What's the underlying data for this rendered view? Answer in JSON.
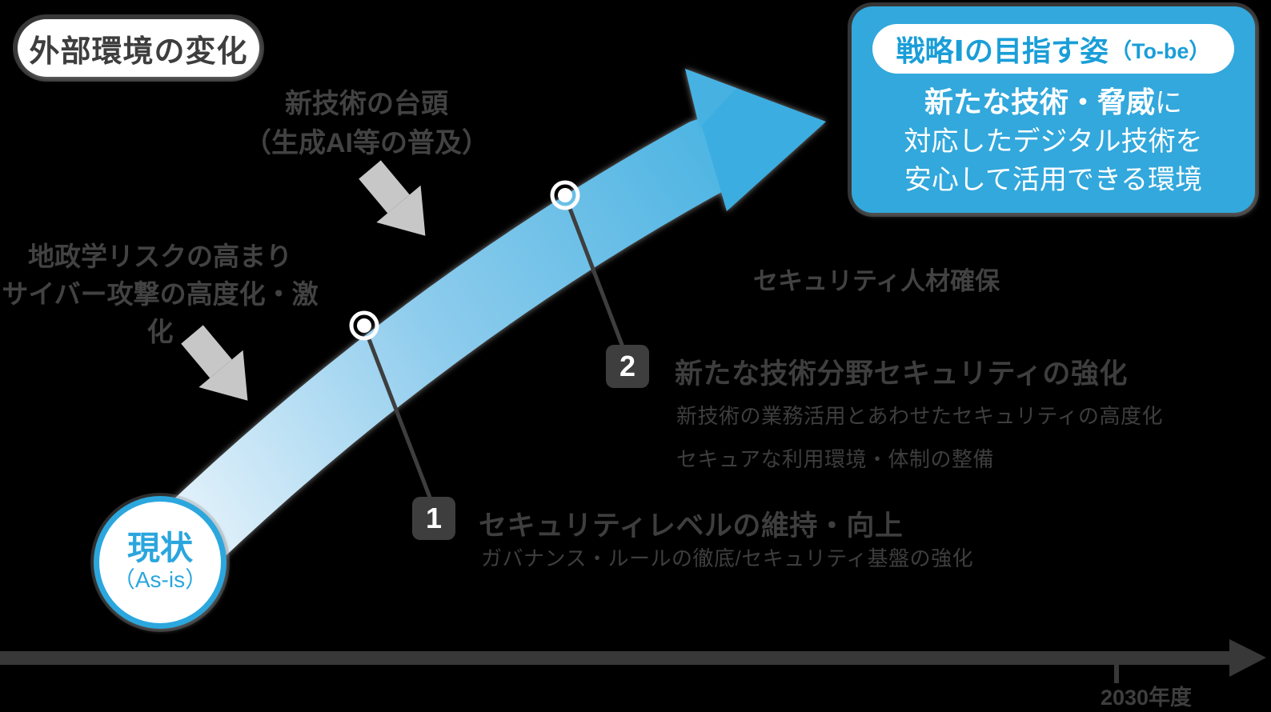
{
  "background_color": "#000000",
  "colors": {
    "accent_blue": "#2FA8DC",
    "blue_text": "#1A9ED8",
    "dark_gray": "#3E3E3E",
    "light_gray_arrow": "#C7C7C7",
    "curve_gradient_start": "#ECF5FB",
    "curve_gradient_end": "#3EAFE0"
  },
  "external_env": {
    "label": "外部環境の変化",
    "factors": [
      {
        "lines": [
          "新技術の台頭",
          "（生成AI等の普及）"
        ]
      },
      {
        "lines": [
          "地政学リスクの高まり",
          "サイバー攻撃の高度化・激化"
        ]
      }
    ]
  },
  "side_note": "セキュリティ人材確保",
  "as_is": {
    "title": "現状",
    "subtitle": "（As-is）"
  },
  "to_be": {
    "tag": "戦略Ⅰの目指す姿",
    "tag_suffix": "（To-be）",
    "body": {
      "line1_bold": "新たな技術・脅威",
      "line1_rest": "に",
      "line2": "対応したデジタル技術を",
      "line3": "安心して活用できる環境"
    }
  },
  "milestones": [
    {
      "number": "1",
      "title": "セキュリティレベルの維持・向上",
      "desc_lines": [
        "ガバナンス・ルールの徹底/セキュリティ基盤の強化"
      ]
    },
    {
      "number": "2",
      "title": "新たな技術分野セキュリティの強化",
      "desc_lines": [
        "新技術の業務活用とあわせたセキュリティの高度化",
        "セキュアな利用環境・体制の整備"
      ]
    }
  ],
  "timeline": {
    "tick_label": "2030年度"
  },
  "icons": {
    "gray_arrows": "down-right-block-arrow",
    "growth_arrow": "curved-growth-arrow",
    "timeline_axis": "right-arrow-axis",
    "curve_markers": "ring-dot"
  }
}
